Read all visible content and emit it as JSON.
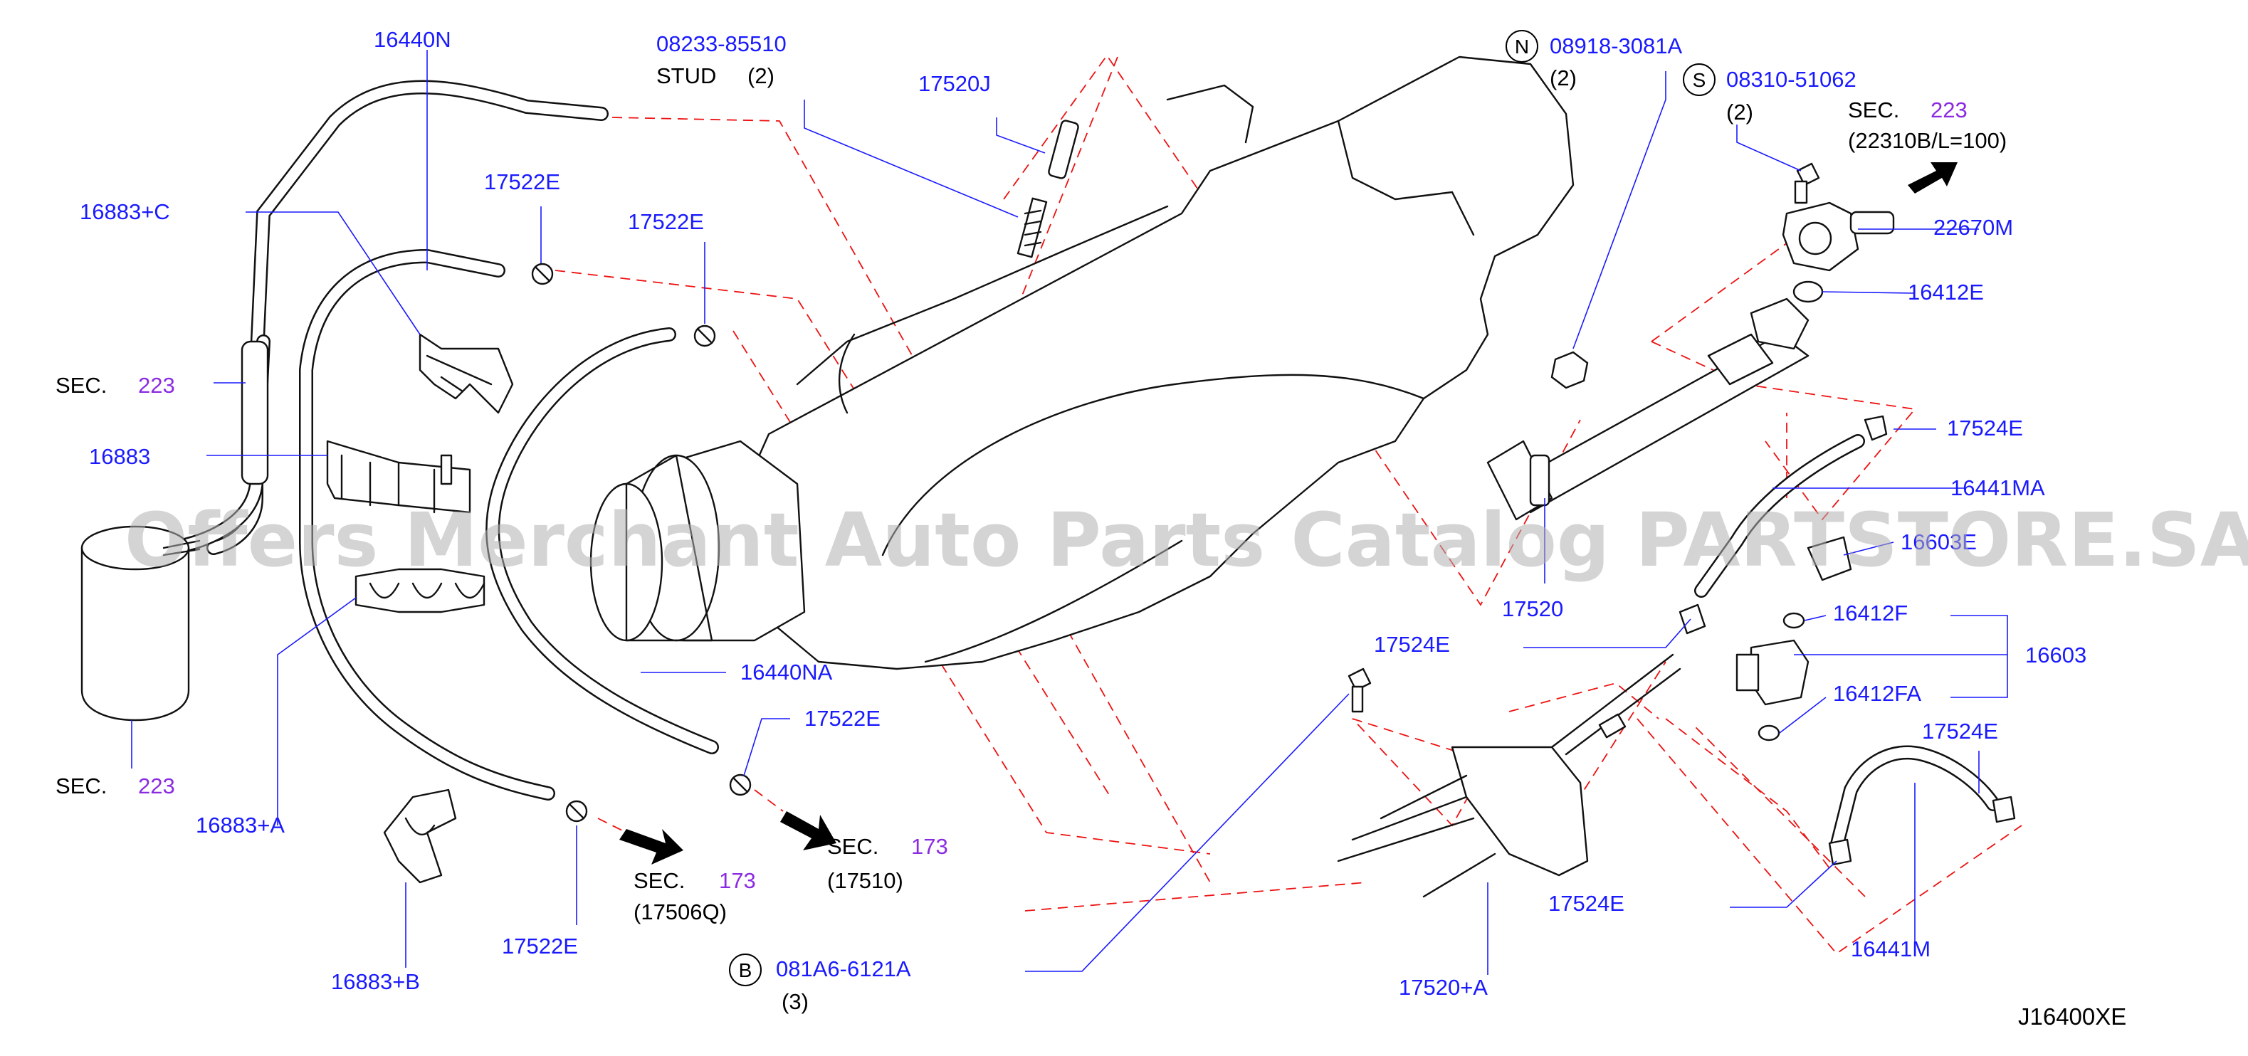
{
  "labels": {
    "p16440N": "16440N",
    "p08233": "08233-85510",
    "stud": "STUD",
    "stud_qty": "(2)",
    "p17520J": "17520J",
    "p08918": "08918-3081A",
    "p08918_qty": "(2)",
    "p08310": "08310-51062",
    "p08310_qty": "(2)",
    "sec223_right_word": "SEC.",
    "sec223_right_num": "223",
    "sec223_right_note": "(22310B/L=100)",
    "p22670M": "22670M",
    "p16412E": "16412E",
    "p17524E_a": "17524E",
    "p16441MA": "16441MA",
    "p16603E": "16603E",
    "p17520": "17520",
    "p16412F": "16412F",
    "p16603": "16603",
    "p16412FA": "16412FA",
    "p17524E_b": "17524E",
    "p17524E_c": "17524E",
    "p17524E_d": "17524E",
    "p16441M": "16441M",
    "p17520A": "17520+A",
    "p081A6": "081A6-6121A",
    "p081A6_qty": "(3)",
    "p17522E_a": "17522E",
    "p17522E_b": "17522E",
    "p17522E_c": "17522E",
    "p17522E_d": "17522E",
    "p16883C": "16883+C",
    "sec223_left_word": "SEC.",
    "sec223_left_num": "223",
    "p16883": "16883",
    "sec223_bottom_word": "SEC.",
    "sec223_bottom_num": "223",
    "p16883A": "16883+A",
    "p16883B": "16883+B",
    "p16440NA": "16440NA",
    "sec173_a_word": "SEC.",
    "sec173_a_num": "173",
    "sec173_a_note": "(17506Q)",
    "sec173_b_word": "SEC.",
    "sec173_b_num": "173",
    "sec173_b_note": "(17510)",
    "circle_N": "N",
    "circle_S": "S",
    "circle_B": "B",
    "ref_code": "J16400XE",
    "watermark": "Offers Merchant Auto Parts Catalog PARTSTORE.SA"
  },
  "colors": {
    "part_number": "#1a1aff",
    "section_number": "#8a2be2",
    "dashed_guide": "#ee1111",
    "outline": "#111111"
  }
}
